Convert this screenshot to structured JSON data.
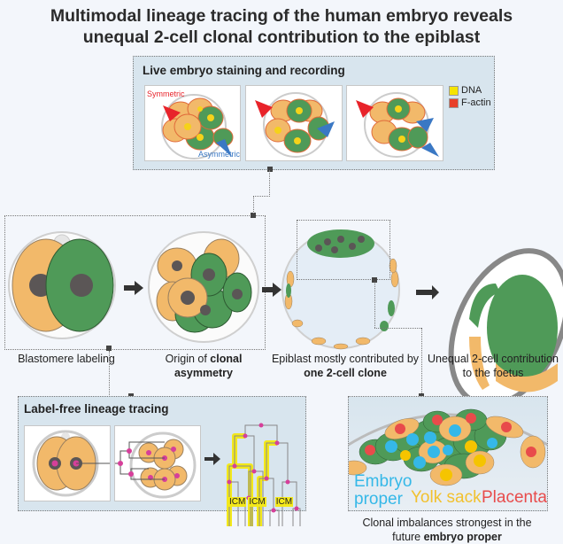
{
  "title": {
    "line1": "Multimodal lineage tracing of the human embryo reveals",
    "line2": "unequal 2-cell clonal contribution to the epiblast"
  },
  "live_panel": {
    "title": "Live embryo staining and recording",
    "symmetric_label": "Symmetric",
    "asymmetric_label": "Asymmetric",
    "legend": [
      {
        "label": "DNA",
        "color": "#f5e400"
      },
      {
        "label": "F-actin",
        "color": "#e8402a"
      }
    ]
  },
  "stages": [
    {
      "caption_plain": "Blastomere labeling",
      "caption_bold": ""
    },
    {
      "caption_plain": "Origin of ",
      "caption_bold": "clonal asymmetry"
    },
    {
      "caption_plain": "Epiblast mostly contributed by ",
      "caption_bold": "one 2-cell clone"
    },
    {
      "caption_plain": "Unequal 2-cell contribution to the foetus",
      "caption_bold": ""
    }
  ],
  "label_free_panel": {
    "title": "Label-free lineage tracing",
    "tree_labels": [
      "ICM",
      "ICM",
      "ICM"
    ]
  },
  "zoom_panel": {
    "labels": [
      {
        "text": "Embryo proper",
        "color": "#35b8e8"
      },
      {
        "text": "Yolk sack",
        "color": "#f2c12e"
      },
      {
        "text": "Placenta",
        "color": "#e84b4b"
      }
    ],
    "caption_plain": "Clonal imbalances strongest in the future ",
    "caption_bold": "embryo proper"
  },
  "colors": {
    "orange_cell": "#f2b96a",
    "green_cell": "#4f9a58",
    "nucleus": "#5b5656",
    "magenta": "#d63f9a",
    "highlight": "#f3e81a"
  }
}
